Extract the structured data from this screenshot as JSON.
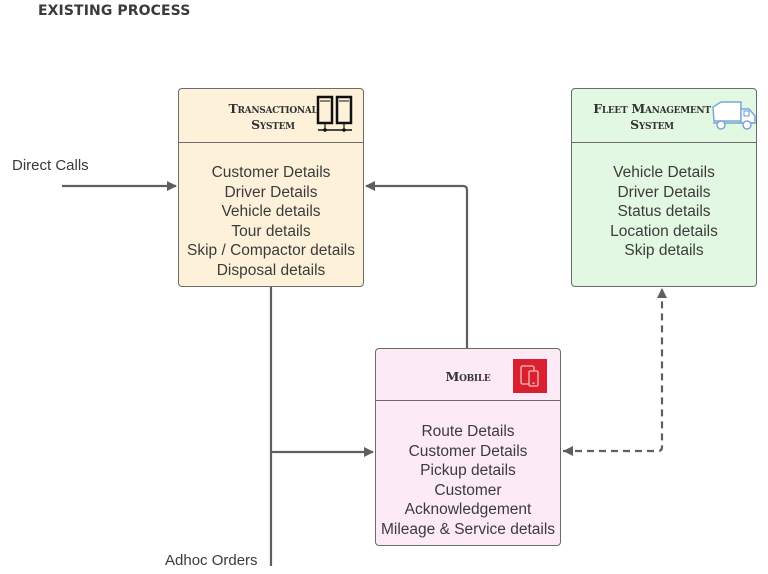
{
  "page_title": "EXISTING PROCESS",
  "labels": {
    "direct_calls": "Direct Calls",
    "adhoc_orders": "Adhoc Orders"
  },
  "boxes": {
    "transactional": {
      "title_line1": "Transactional",
      "title_line2": "System",
      "icon": "servers-icon",
      "fill": "#fdf2d9",
      "items": [
        "Customer Details",
        "Driver Details",
        "Vehicle details",
        "Tour details",
        "Skip / Compactor details",
        "Disposal details"
      ]
    },
    "fleet": {
      "title_line1": "Fleet Management",
      "title_line2": "System",
      "icon": "truck-icon",
      "fill": "#e3f8e2",
      "items": [
        "Vehicle Details",
        "Driver Details",
        "Status details",
        "Location details",
        "Skip details"
      ]
    },
    "mobile": {
      "title": "Mobile",
      "icon": "mobile-devices-icon",
      "icon_bg": "#d9202f",
      "fill": "#fdeaf7",
      "items": [
        "Route Details",
        "Customer Details",
        "Pickup details",
        "Customer",
        "Acknowledgement",
        "Mileage & Service details"
      ]
    }
  },
  "connectors": [
    {
      "from": "Direct Calls",
      "to": "Transactional System",
      "style": "solid"
    },
    {
      "from": "Mobile",
      "to": "Transactional System",
      "style": "solid"
    },
    {
      "from": "Transactional System",
      "to": "Mobile",
      "style": "solid"
    },
    {
      "from": "Adhoc Orders",
      "to": "Mobile",
      "style": "solid"
    },
    {
      "from": "Fleet Management System",
      "to": "Mobile",
      "style": "dashed",
      "bidirectional": true
    }
  ]
}
